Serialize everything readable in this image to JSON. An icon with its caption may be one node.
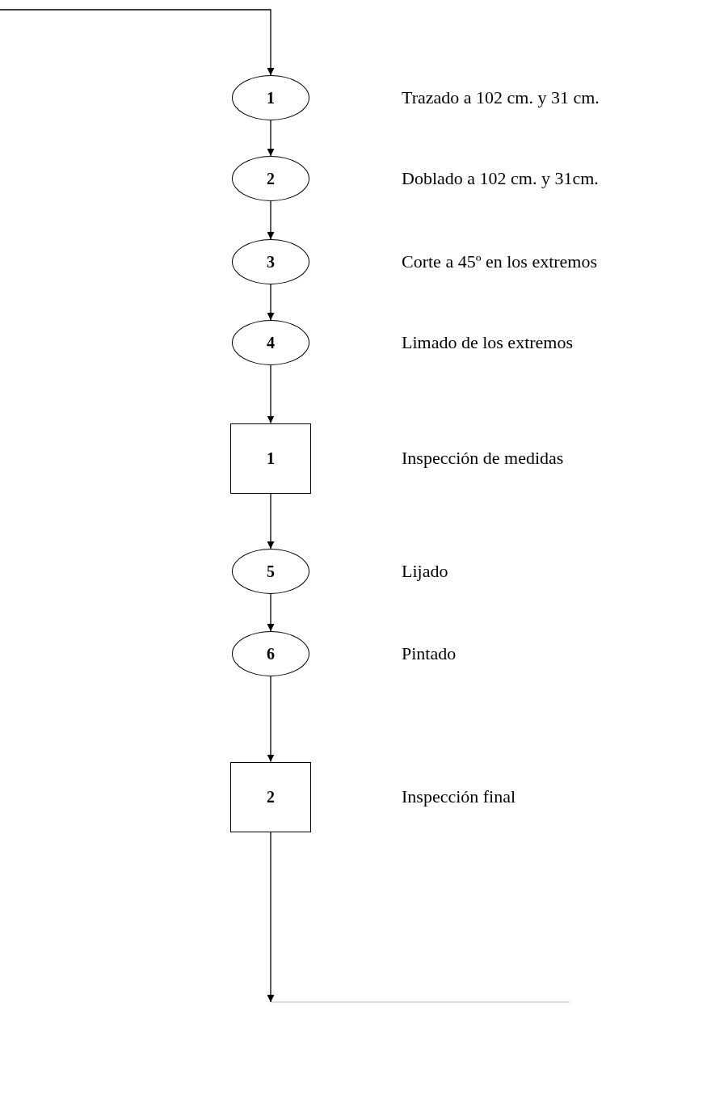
{
  "diagram": {
    "nodes": [
      {
        "text": [
          "1"
        ]
      },
      {
        "text": [
          "2"
        ]
      },
      {
        "text": [
          "3"
        ]
      },
      {
        "text": [
          "4"
        ]
      },
      {
        "text": [
          "1"
        ]
      },
      {
        "text": [
          "5"
        ]
      },
      {
        "text": [
          "6"
        ]
      },
      {
        "text": [
          "2"
        ]
      }
    ],
    "edges": [
      {
        "from": null,
        "to": 0,
        "arrow": "to"
      },
      {
        "from": 0,
        "to": 1,
        "arrow": "to"
      },
      {
        "from": 1,
        "to": 2,
        "arrow": "to"
      },
      {
        "from": 2,
        "to": 3,
        "arrow": "to"
      },
      {
        "from": 3,
        "to": 4,
        "arrow": "to"
      },
      {
        "from": 4,
        "to": 5,
        "arrow": "to"
      },
      {
        "from": 5,
        "to": 6,
        "arrow": "to"
      },
      {
        "from": 6,
        "to": 7,
        "arrow": "to"
      },
      {
        "from": 7,
        "to": null,
        "arrow": "to"
      }
    ],
    "labels": [
      "Trazado a 102 cm. y 31 cm.",
      "Doblado a 102 cm. y 31cm.",
      "Corte a 45º en los extremos",
      "Limado de los extremos",
      "Inspección de medidas",
      "Lijado",
      "Pintado",
      "Inspección final"
    ]
  }
}
